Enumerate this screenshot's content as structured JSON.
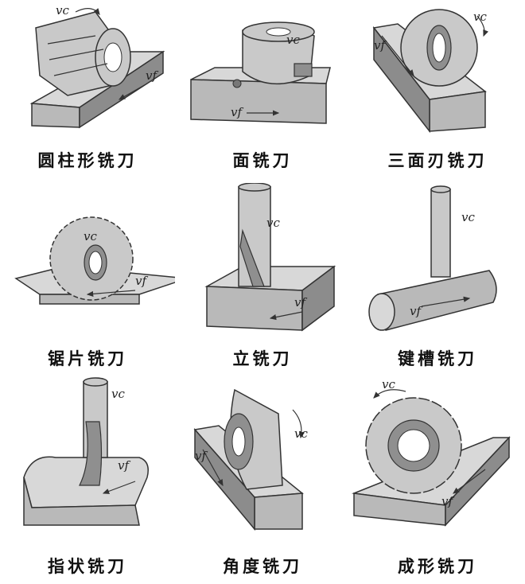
{
  "symbols": {
    "vc": "vc",
    "vf": "vf"
  },
  "cutters": [
    {
      "label": "圆柱形铣刀"
    },
    {
      "label": "面铣刀"
    },
    {
      "label": "三面刃铣刀"
    },
    {
      "label": "锯片铣刀"
    },
    {
      "label": "立铣刀"
    },
    {
      "label": "键槽铣刀"
    },
    {
      "label": "指状铣刀"
    },
    {
      "label": "角度铣刀"
    },
    {
      "label": "成形铣刀"
    }
  ]
}
